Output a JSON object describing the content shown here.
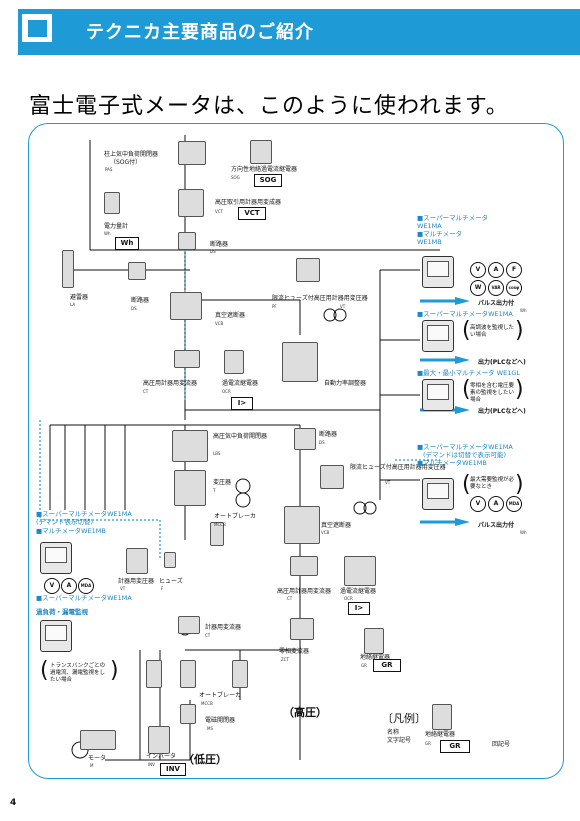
{
  "header": {
    "title": "テクニカ主要商品のご紹介"
  },
  "headline": "富士電子式メータは、このように使われます。",
  "labels": {
    "pas": "柱上気中負荷開閉器",
    "pas_note": "（SOG付）",
    "pas_code": "PAS",
    "sog": "方向性地絡過電流継電器",
    "sog_code": "SOG",
    "sog_box": "SOG",
    "vct": "高圧取引用計器用変成器",
    "vct_code": "VCT",
    "vct_box": "VCT",
    "wh_meter": "電力量計",
    "wh_code": "Wh",
    "wh_box": "Wh",
    "ds1": "断路器",
    "ds1_code": "DS",
    "la": "避雷器",
    "la_code": "LA",
    "ds2": "断路器",
    "ds2_code": "DS",
    "pf_vt": "限流ヒューズ付高圧用計器用変圧器",
    "pf_code": "PF",
    "vt_code": "VT",
    "vcb": "真空遮断器",
    "vcb_code": "VCB",
    "ct_main": "高圧用計器用変流器",
    "ct_main_code": "CT",
    "ocr": "過電流継電器",
    "ocr_code": "OCR",
    "ocr_box": "I>",
    "apfc": "自動力率調整器",
    "lbs": "高圧気中負荷開閉器",
    "lbs_code": "LBS",
    "tr": "変圧器",
    "tr_code": "T",
    "ds3": "断路器",
    "ds3_code": "DS",
    "pf_vt2": "限流ヒューズ付高圧用計器用変圧器",
    "vt2_code": "VT",
    "vcb2": "真空遮断器",
    "vcb2_code": "VCB",
    "mccb": "オートブレーカ",
    "mccb_code": "MCCB",
    "ct2": "高圧用計器用変流器",
    "ct2_code": "CT",
    "ocr2": "過電流継電器",
    "ocr2_code": "OCR",
    "ocr2_box": "I>",
    "vt_low": "計器用変圧器",
    "vt_low_code": "VT",
    "fuse": "ヒューズ",
    "fuse_code": "F",
    "ct_low": "計器用変流器",
    "ct_low_code": "CT",
    "zct": "零相変流器",
    "zct_code": "ZCT",
    "gr": "地絡継電器",
    "gr_code": "GR",
    "gr_box": "GR",
    "mccb2": "オートブレーカ",
    "mccb2_code": "MCCB",
    "ms": "電磁開閉器",
    "ms_code": "MS",
    "motor": "モータ",
    "motor_code": "M",
    "inverter": "インバータ",
    "inv_code": "INV",
    "inv_box": "INV",
    "high_voltage": "（高圧）",
    "low_voltage": "（低圧）"
  },
  "right_panel": {
    "p1_line1": "■スーパーマルチメータ",
    "p1_line2": "WE1MA",
    "p1_line3": "■マルチメータ",
    "p1_line4": "WE1MB",
    "p1_circles": [
      "V",
      "A",
      "F",
      "W",
      "VAR",
      "cosφ"
    ],
    "p1_out": "パルス出力付",
    "p1_out_code": "Wh",
    "p2_line1": "■スーパーマルチメータWE1MA",
    "p2_note": "高調波を監視したい場合",
    "p2_out": "出力(PLCなどへ)",
    "p3_line1": "■最大・最小マルチメータ WE1GL",
    "p3_note": "零相を含む電圧要素の監視をしたい場合",
    "p3_out": "出力(PLCなどへ)",
    "p4_line1": "■スーパーマルチメータWE1MA",
    "p4_line2": "(デマンドは切替で表示可能)",
    "p4_line3": "■マルチメータWE1MB",
    "p4_note": "最大需要監視が必要なとき",
    "p4_circles": [
      "V",
      "A",
      "MDA"
    ],
    "p4_out": "パルス出力付",
    "p4_out_code": "Wh"
  },
  "left_panel": {
    "l1_line1": "■スーパーマルチメータWE1MA",
    "l1_line2": "(デマンド表示切替)",
    "l1_line3": "■マルチメータWE1MB",
    "l1_circles": [
      "V",
      "A",
      "MDA"
    ],
    "l1_line4": "■スーパーマルチメータWE1MA",
    "l2_title": "過負荷・漏電監視",
    "l2_note": "トランスバンクごとの過電流、漏電監視をしたい場合"
  },
  "legend": {
    "title": "〔凡例〕",
    "name": "名称",
    "symbol": "文字記号",
    "gr_name": "地絡継電器",
    "gr_code": "GR",
    "gr_box": "GR",
    "device_no": "回記号"
  },
  "page_number": "4",
  "colors": {
    "accent": "#1e9ad6",
    "text": "#111111"
  }
}
